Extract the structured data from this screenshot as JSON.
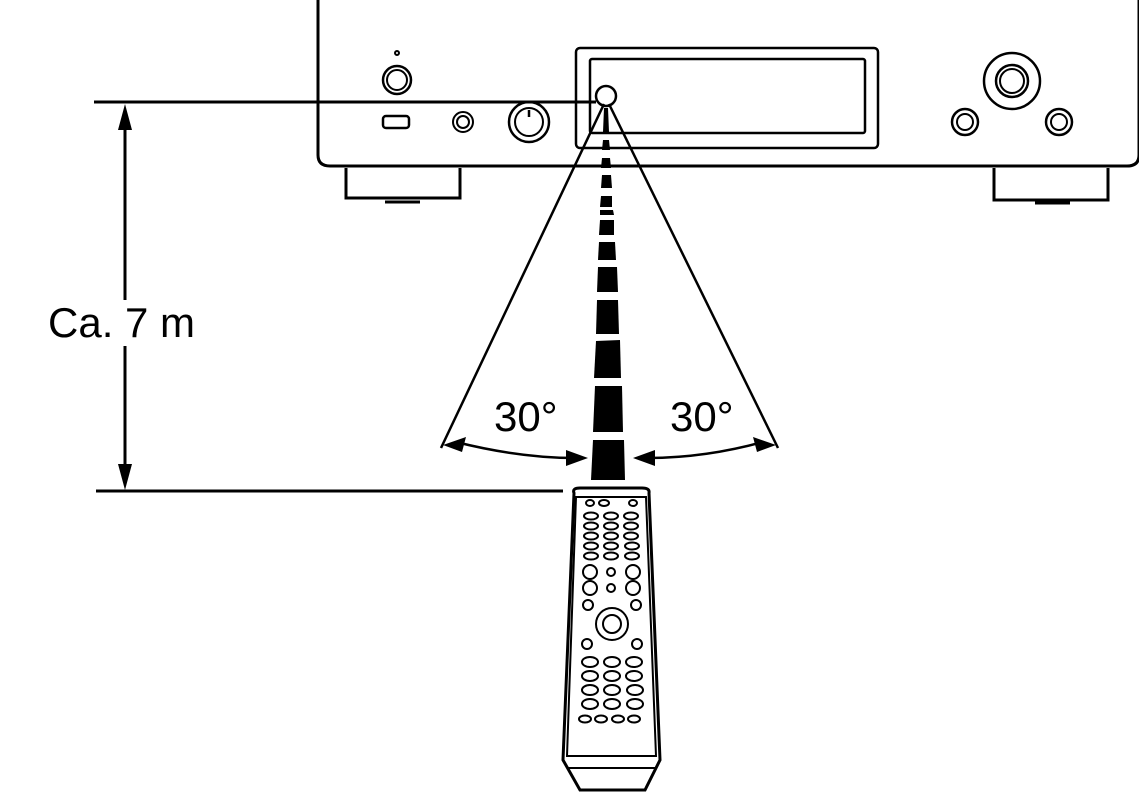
{
  "diagram": {
    "subject": "Remote control operating range",
    "distance_label": "Ca. 7 m",
    "angle_left_label": "30°",
    "angle_right_label": "30°",
    "colors": {
      "stroke": "#000000",
      "background": "#ffffff"
    },
    "elements": {
      "main_unit": "audio component front panel with display, knobs and IR sensor",
      "remote": "remote control pointed at sensor",
      "beam": "dashed infrared beam from remote to sensor",
      "range_cone": "two lines at ±30° from sensor axis"
    }
  }
}
